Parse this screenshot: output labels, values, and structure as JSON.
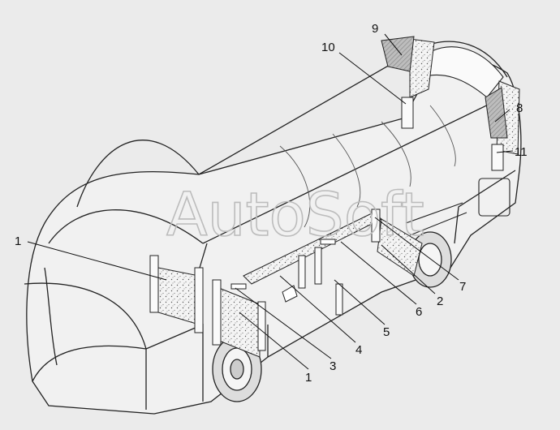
{
  "watermark": "AutoSoft",
  "callouts": [
    {
      "id": "c1a",
      "text": "1"
    },
    {
      "id": "c1b",
      "text": "1"
    },
    {
      "id": "c2",
      "text": "2"
    },
    {
      "id": "c3",
      "text": "3"
    },
    {
      "id": "c4",
      "text": "4"
    },
    {
      "id": "c5",
      "text": "5"
    },
    {
      "id": "c6",
      "text": "6"
    },
    {
      "id": "c7",
      "text": "7"
    },
    {
      "id": "c8",
      "text": "8"
    },
    {
      "id": "c9",
      "text": "9"
    },
    {
      "id": "c10",
      "text": "10"
    },
    {
      "id": "c11",
      "text": "11"
    }
  ]
}
